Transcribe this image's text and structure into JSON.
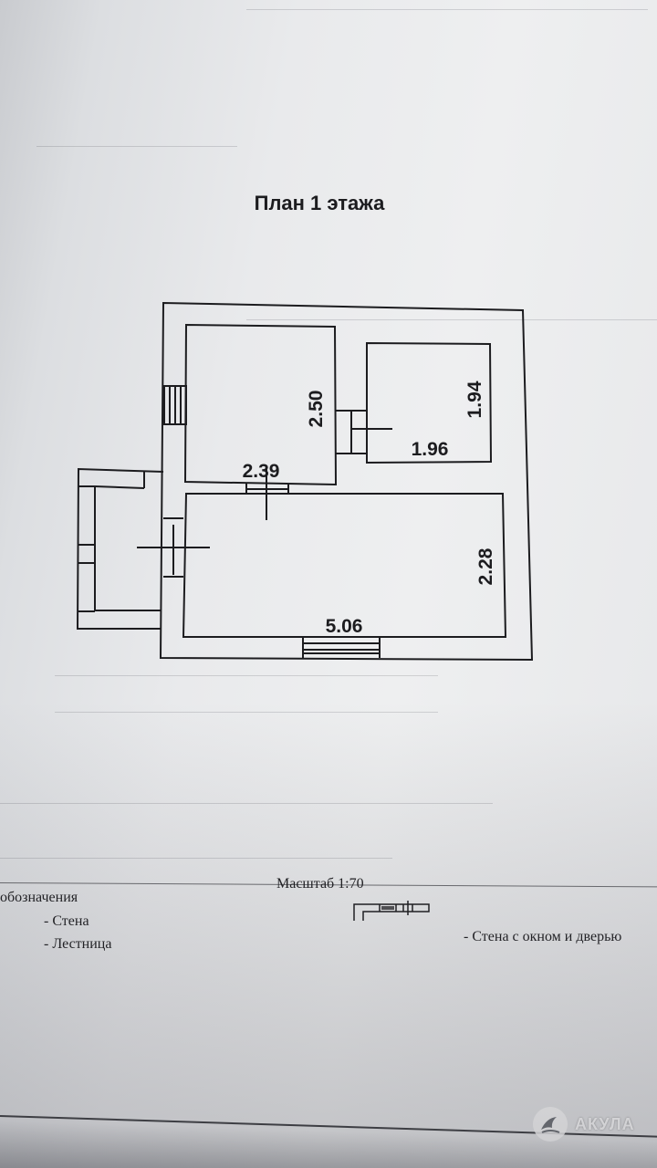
{
  "plan": {
    "title": "План 1 этажа",
    "dimensions": {
      "room_top_left_height": "2.50",
      "room_top_left_width": "2.39",
      "room_top_right_height": "1.94",
      "room_top_right_width": "1.96",
      "room_bottom_height": "2.28",
      "room_bottom_width": "5.06"
    }
  },
  "footer": {
    "scale": "Масштаб 1:70",
    "legend_heading": "обозначения",
    "legend_wall": "- Стена",
    "legend_stairs": "- Лестница",
    "legend_wall_window_door": "- Стена с окном и дверью"
  },
  "watermark": {
    "brand": "АКУЛА"
  }
}
